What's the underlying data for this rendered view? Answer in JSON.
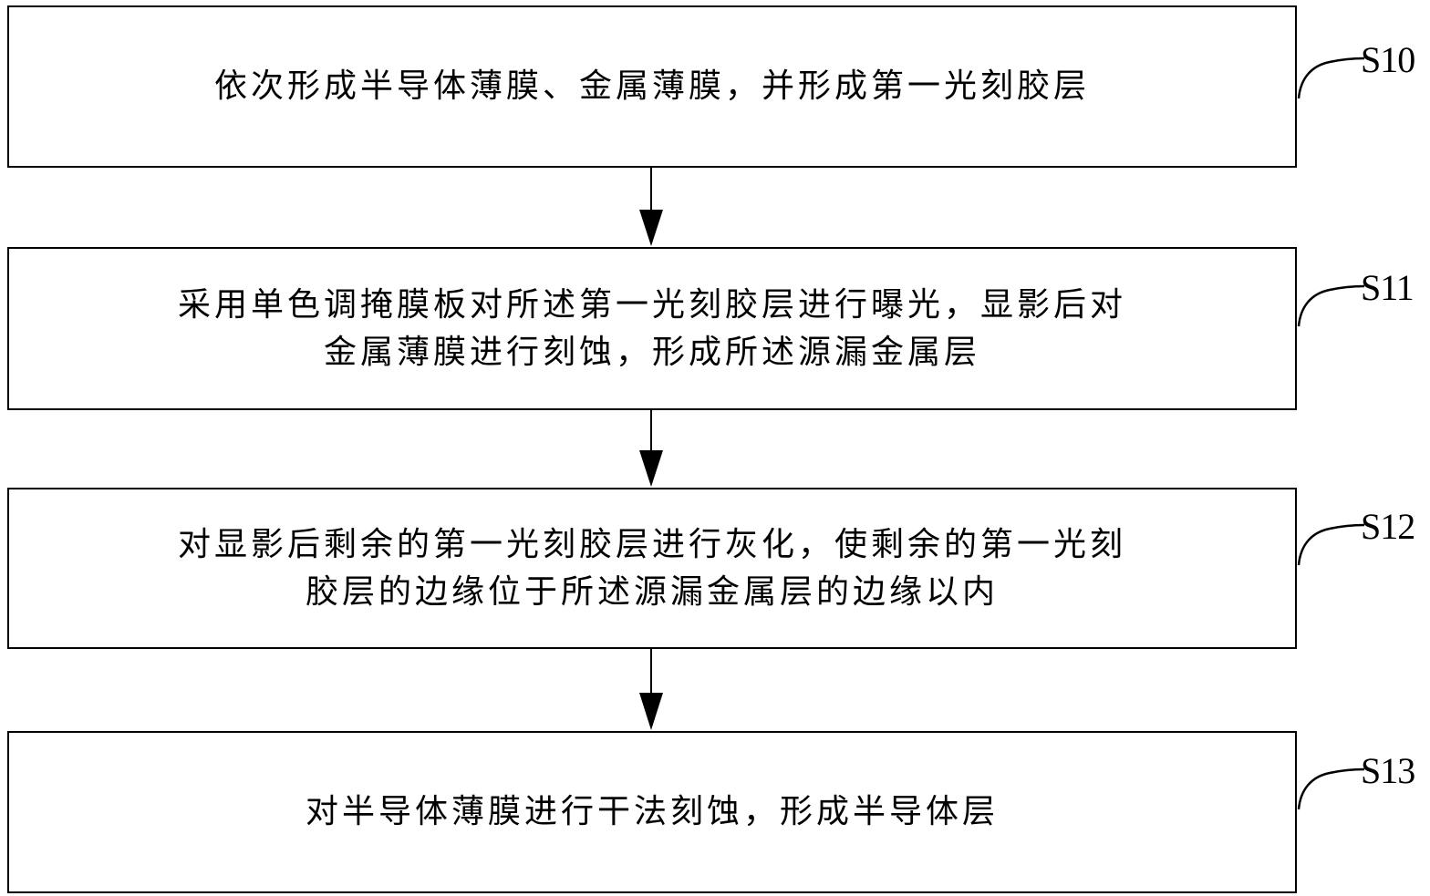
{
  "flowchart": {
    "steps": [
      {
        "id": "S10",
        "text": "依次形成半导体薄膜、金属薄膜，并形成第一光刻胶层"
      },
      {
        "id": "S11",
        "text": "采用单色调掩膜板对所述第一光刻胶层进行曝光，显影后对\n金属薄膜进行刻蚀，形成所述源漏金属层"
      },
      {
        "id": "S12",
        "text": "对显影后剩余的第一光刻胶层进行灰化，使剩余的第一光刻\n胶层的边缘位于所述源漏金属层的边缘以内"
      },
      {
        "id": "S13",
        "text": "对半导体薄膜进行干法刻蚀，形成半导体层"
      }
    ]
  }
}
